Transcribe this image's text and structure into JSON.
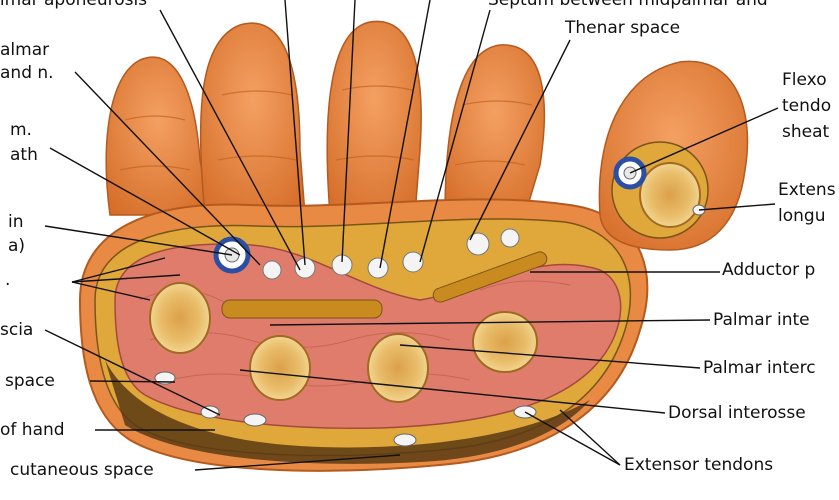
{
  "labels": {
    "palmar_aponeurosis": "Palmar aponeurosis",
    "septum": "Septum between midpalmar and",
    "thenar_space": "Thenar space",
    "palmar_a_and_n": "almar",
    "palmar_a_and_n_2": "and n.",
    "m_sheath_1": "m.",
    "m_sheath_2": "ath",
    "vein_1": "in",
    "vein_2": "a)",
    "lumbrical": ".",
    "fascia": "scia",
    "space_left": "space",
    "dorsum_of_hand": "of hand",
    "subcutaneous_space": "cutaneous space",
    "flexor_1": "Flexo",
    "flexor_2": "tendo",
    "flexor_3": "sheat",
    "extensor_longus_1": "Extens",
    "extensor_longus_2": "longu",
    "adductor": "Adductor p",
    "palmar_interosseous_1": "Palmar inte",
    "palmar_interosseous_2": "Palmar interc",
    "dorsal_interosseous": "Dorsal interosse",
    "extensor_tendons": "Extensor tendons"
  },
  "colors": {
    "skin": "#e9873f",
    "skin_dark": "#c9651f",
    "muscle": "#e27f6e",
    "bone": "#f0cf86",
    "fat": "#d9a11f",
    "tendon_blue": "#2b4fa5",
    "fascia_dark": "#5b3a14"
  }
}
